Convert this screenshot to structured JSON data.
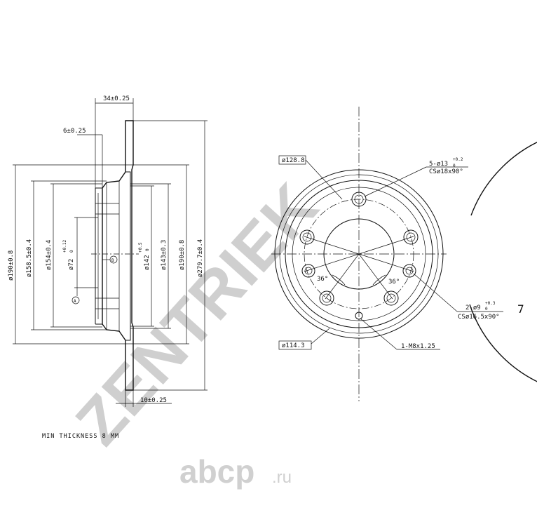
{
  "watermark": {
    "text": "ZENTRIEK",
    "color": "#cfcfcf"
  },
  "brand": {
    "name": "abcp",
    "tld": ".ru",
    "color": "#d0d0d0"
  },
  "side_view": {
    "dims_top": {
      "total_width": "34±0.25",
      "hat_offset": "6±0.25"
    },
    "dims_bottom": {
      "disc_thickness": "10±0.25"
    },
    "diameters_left": [
      {
        "id": "d190-left",
        "text": "ø190±0.8"
      },
      {
        "id": "d158",
        "text": "ø158.5±0.4"
      },
      {
        "id": "d154",
        "text": "ø154±0.4"
      },
      {
        "id": "d72",
        "text": "ø72",
        "tol_upper": "+0.12",
        "tol_lower": "0"
      }
    ],
    "diameters_right": [
      {
        "id": "d142",
        "text": "ø142",
        "tol_upper": "+0.5",
        "tol_lower": "0"
      },
      {
        "id": "d143",
        "text": "ø143±0.3"
      },
      {
        "id": "d190-right",
        "text": "ø190±0.8"
      },
      {
        "id": "d279",
        "text": "ø279.7±0.4"
      }
    ],
    "datum_a": "A",
    "datum_b": "B"
  },
  "front_view": {
    "callouts": {
      "pcd_bolt": "ø128.8",
      "bolt_holes": "5-ø13",
      "bolt_holes_tol_upper": "+0.2",
      "bolt_holes_tol_lower": "0",
      "bolt_cs": "CSø18x90°",
      "angle_left": "36°",
      "angle_right": "36°",
      "pilot_holes": "2-ø9",
      "pilot_holes_tol_upper": "+0.3",
      "pilot_holes_tol_lower": "0",
      "pilot_cs": "CSø16.5x90°",
      "pcd_pilot": "ø114.3",
      "thread_hole": "1-M8x1.25",
      "rotation_mark": "7"
    }
  },
  "notes": {
    "min_thickness": "MIN THICKNESS 8 MM"
  }
}
